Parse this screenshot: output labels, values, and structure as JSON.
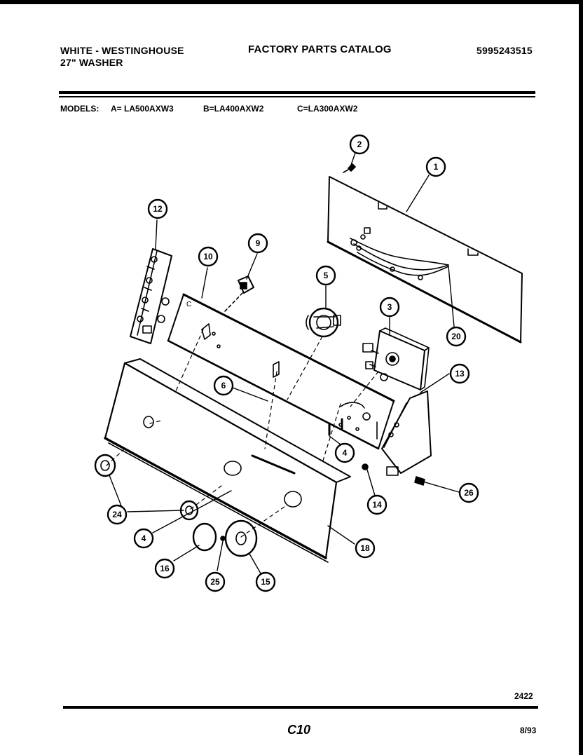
{
  "header": {
    "brand": "WHITE - WESTINGHOUSE",
    "product": "27\" WASHER",
    "catalog_title": "FACTORY PARTS CATALOG",
    "catalog_number": "5995243515"
  },
  "models": {
    "label": "MODELS:",
    "a": "A= LA500AXW3",
    "b": "B=LA400AXW2",
    "c": "C=LA300AXW2"
  },
  "panel_marking": "C",
  "callouts": {
    "c1": "1",
    "c2": "2",
    "c3": "3",
    "c4a": "4",
    "c4b": "4",
    "c5": "5",
    "c6": "6",
    "c9": "9",
    "c10": "10",
    "c12": "12",
    "c13": "13",
    "c14": "14",
    "c15": "15",
    "c16": "16",
    "c18": "18",
    "c20": "20",
    "c24": "24",
    "c25": "25",
    "c26": "26"
  },
  "footer": {
    "drawing_number": "2422",
    "page": "C10",
    "date": "8/93"
  }
}
